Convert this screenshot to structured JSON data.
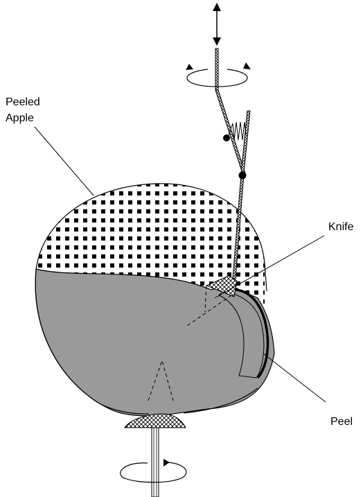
{
  "labels": {
    "peeled_apple_line1": "Peeled",
    "peeled_apple_line2": "Apple",
    "knife": "Knife",
    "peel": "Peel"
  },
  "colors": {
    "apple_skin": "#9a9a9a",
    "outline": "#000000",
    "background": "#ffffff",
    "peeled_dot": "#000000"
  },
  "icons": {
    "vertical_motion": "double-headed-vertical-arrow-icon",
    "top_rotation": "rotation-arrow-icon",
    "bottom_rotation": "rotation-arrow-icon",
    "spring": "spring-icon",
    "pivot": "pivot-joint-icon"
  }
}
